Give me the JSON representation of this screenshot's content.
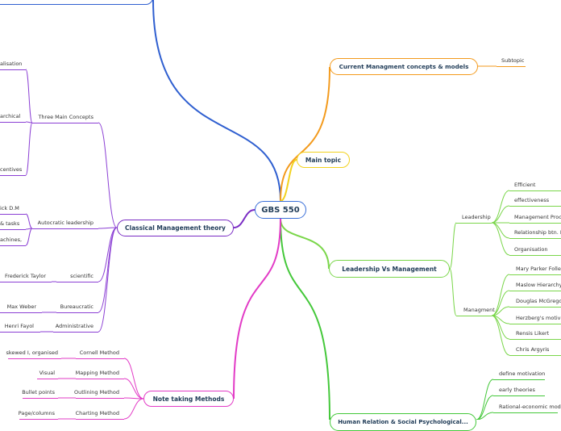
{
  "center": {
    "label": "GBS 550",
    "color": "#3a6fd8"
  },
  "top_left_partial": {
    "label": "",
    "color": "#2f5fd0"
  },
  "main_topic": {
    "label": "Main topic",
    "color": "#f2d21f"
  },
  "current": {
    "label": "Current Managment concepts & models",
    "color": "#f39a1c",
    "children": [
      {
        "label": "Subtopic"
      }
    ]
  },
  "leadership_vs_management": {
    "label": "Leadership Vs Management",
    "color": "#7ad64a",
    "groups": [
      {
        "label": "Leadership",
        "items": [
          "Efficient",
          "effectiveness",
          "Management Process",
          "Relationship btn. Mgt",
          "Organisation"
        ]
      },
      {
        "label": "Managment",
        "items": [
          "Mary Parker Follett",
          "Maslow Hierarchy",
          "Douglas McGregor'",
          "Herzberg's motivation",
          "Rensis Likert",
          "Chris Argyris"
        ]
      }
    ]
  },
  "human_relation": {
    "label": "Human Relation & Social Psychological...",
    "color": "#44c83a",
    "items": [
      "define motivation",
      "early theories",
      "Rational-economic models"
    ]
  },
  "classical": {
    "label": "Classical Management theory",
    "color": "#7a2cc4",
    "branches": [
      {
        "label": "Three Main Concepts",
        "leaves": [
          "alisation",
          "archical",
          "centives"
        ]
      },
      {
        "label": "Autocratic leadership",
        "leaves": [
          "ick D.M",
          "& tasks",
          "achines,"
        ]
      },
      {
        "label": "scientific",
        "leaves": [
          "Frederick Taylor"
        ]
      },
      {
        "label": "Bureaucratic",
        "leaves": [
          "Max Weber"
        ]
      },
      {
        "label": "Administrative",
        "leaves": [
          "Henri Fayol"
        ]
      }
    ]
  },
  "note_taking": {
    "label": "Note taking Methods",
    "color": "#e23bc6",
    "methods": [
      {
        "label": "Cornell Method",
        "detail": "skewed I, organised"
      },
      {
        "label": "Mapping Method",
        "detail": "Visual"
      },
      {
        "label": "Outlining Method",
        "detail": "Bullet points"
      },
      {
        "label": "Charting Method",
        "detail": "Page/columns"
      }
    ]
  }
}
